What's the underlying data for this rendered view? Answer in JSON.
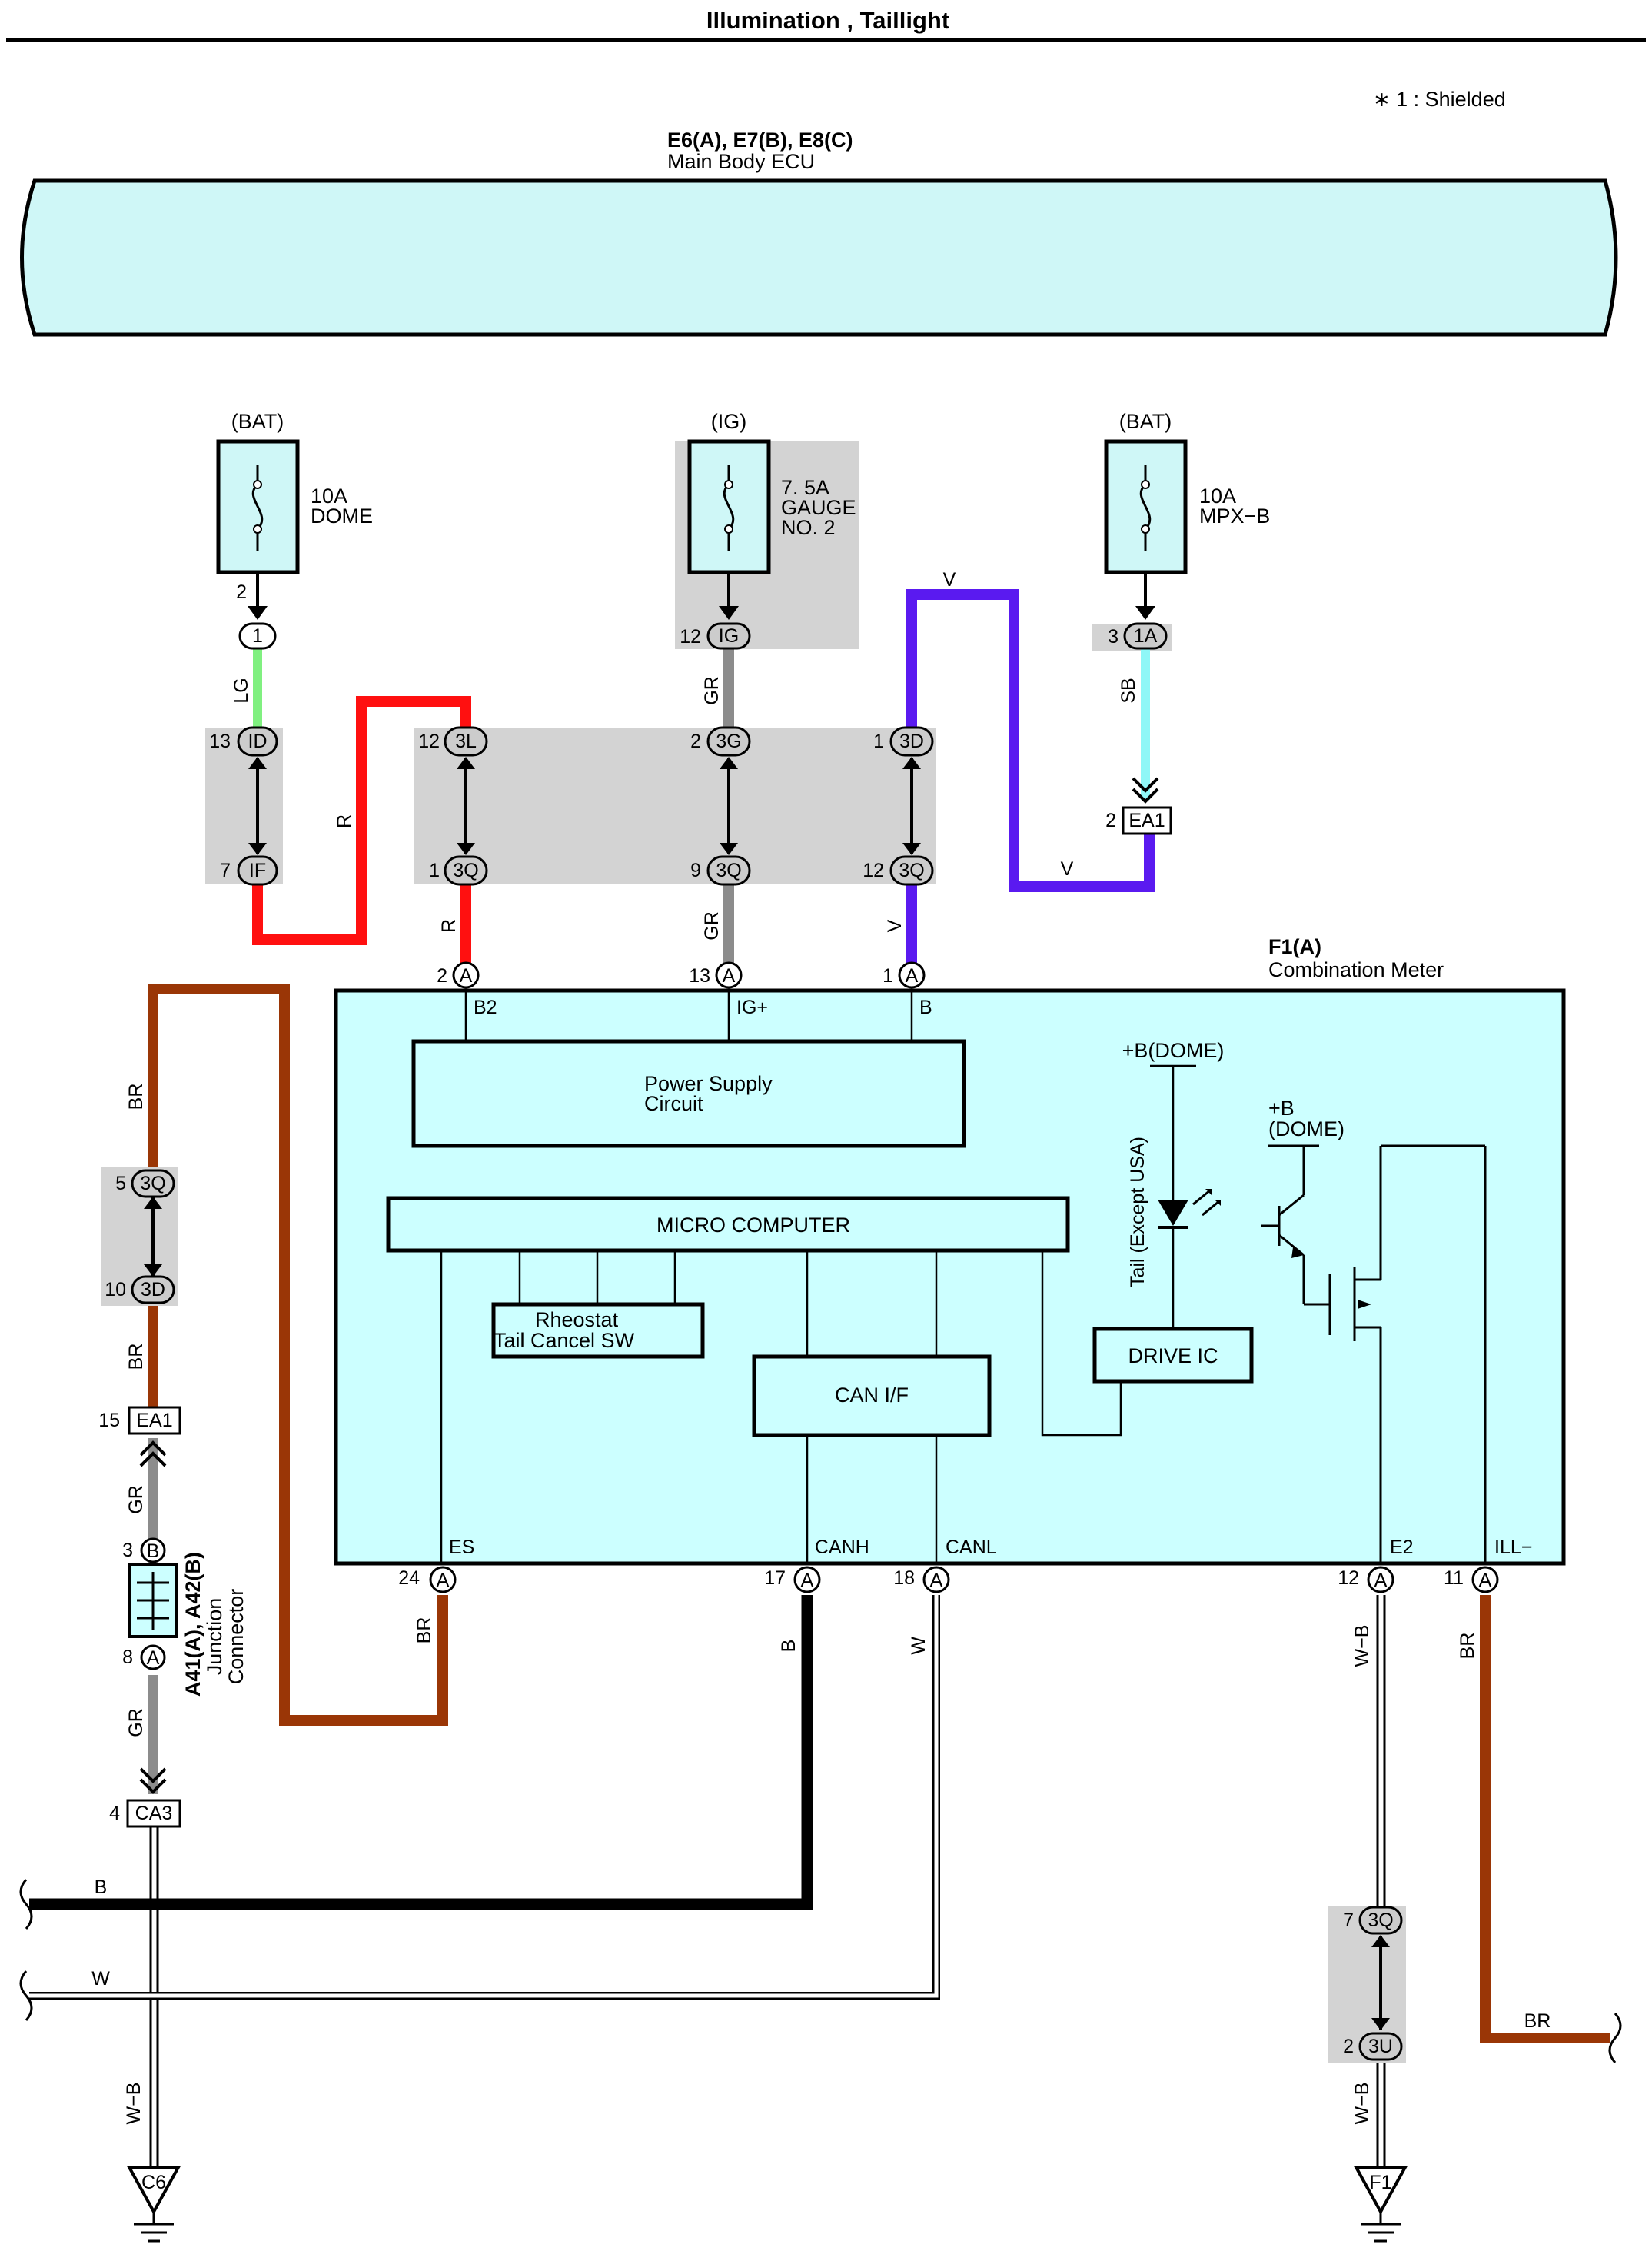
{
  "title": "Illumination , Taillight",
  "note": "∗ 1 : Shielded",
  "ecu": {
    "connectors": "E6(A), E7(B), E8(C)",
    "name": "Main Body ECU"
  },
  "fuses": [
    {
      "source": "(BAT)",
      "rating": "10A",
      "name1": "DOME",
      "name2": "",
      "pin": "2",
      "connector": "1"
    },
    {
      "source": "(IG)",
      "rating": "7. 5A",
      "name1": "GAUGE",
      "name2": "NO. 2",
      "pin": "12",
      "connector": "IG"
    },
    {
      "source": "(BAT)",
      "rating": "10A",
      "name1": "MPX−B",
      "name2": "",
      "pin": "3",
      "connector": "1A"
    }
  ],
  "wire_colors": {
    "lg": "LG",
    "r": "R",
    "gr": "GR",
    "v": "V",
    "sb": "SB",
    "br": "BR",
    "b": "B",
    "w": "W",
    "wb": "W−B"
  },
  "junctions": {
    "id13": {
      "pin": "13",
      "label": "ID"
    },
    "if7": {
      "pin": "7",
      "label": "IF"
    },
    "l3_12": {
      "pin": "12",
      "label": "3L"
    },
    "q3_1": {
      "pin": "1",
      "label": "3Q"
    },
    "g3_2": {
      "pin": "2",
      "label": "3G"
    },
    "q3_9": {
      "pin": "9",
      "label": "3Q"
    },
    "d3_1": {
      "pin": "1",
      "label": "3D"
    },
    "q3_12": {
      "pin": "12",
      "label": "3Q"
    },
    "ea1_2": {
      "pin": "2",
      "label": "EA1"
    },
    "q3_5": {
      "pin": "5",
      "label": "3Q"
    },
    "d3_10": {
      "pin": "10",
      "label": "3D"
    },
    "ea1_15": {
      "pin": "15",
      "label": "EA1"
    },
    "b3": {
      "pin": "3",
      "label": "B"
    },
    "a8": {
      "pin": "8",
      "label": "A"
    },
    "ca3_4": {
      "pin": "4",
      "label": "CA3"
    },
    "q3_7": {
      "pin": "7",
      "label": "3Q"
    },
    "u3_2": {
      "pin": "2",
      "label": "3U"
    }
  },
  "junction_connector": {
    "id": "A41(A), A42(B)",
    "line1": "Junction",
    "line2": "Connector"
  },
  "meter": {
    "connector": "F1(A)",
    "name": "Combination Meter",
    "top_pins": [
      {
        "num": "2",
        "conn": "A",
        "terminal": "B2"
      },
      {
        "num": "13",
        "conn": "A",
        "terminal": "IG+"
      },
      {
        "num": "1",
        "conn": "A",
        "terminal": "B"
      }
    ],
    "bottom_pins": [
      {
        "num": "24",
        "conn": "A",
        "terminal": "ES"
      },
      {
        "num": "17",
        "conn": "A",
        "terminal": "CANH"
      },
      {
        "num": "18",
        "conn": "A",
        "terminal": "CANL"
      },
      {
        "num": "12",
        "conn": "A",
        "terminal": "E2"
      },
      {
        "num": "11",
        "conn": "A",
        "terminal": "ILL−"
      }
    ],
    "power_supply": [
      "Power Supply",
      "Circuit"
    ],
    "micro": "MICRO COMPUTER",
    "rheostat": [
      "Rheostat",
      "Tail Cancel SW"
    ],
    "can_if": "CAN I/F",
    "drive_ic": "DRIVE IC",
    "b_dome_led": "+B(DOME)",
    "b_dome_tr": [
      "+B",
      "(DOME)"
    ],
    "tail_label": "Tail (Except USA)"
  },
  "grounds": [
    {
      "label": "C6"
    },
    {
      "label": "F1"
    }
  ],
  "colors": {
    "ecu_fill": "#cff7f7",
    "meter_fill": "#ccffff",
    "shade": "#d3d3d3",
    "lg": "#80f080",
    "red": "#ff1010",
    "gray": "#8c8c8c",
    "violet": "#5a1af0",
    "sky": "#8ff7f7",
    "brown": "#9a3606",
    "black": "#000000"
  }
}
